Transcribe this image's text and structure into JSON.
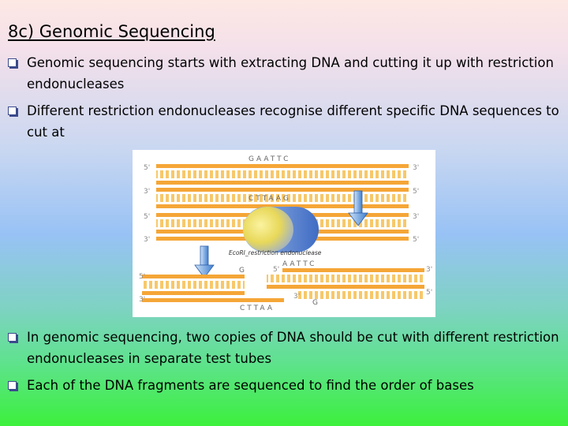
{
  "slide": {
    "title": "8c) Genomic Sequencing",
    "bullets": [
      "Genomic sequencing starts with extracting DNA and cutting it up with restriction endonucleases",
      "Different restriction endonucleases recognise different specific DNA sequences to cut at",
      "In genomic sequencing, two copies of DNA should be cut with different restriction endonucleases in separate test tubes",
      "Each of the DNA fragments are sequenced to find the order of bases"
    ]
  },
  "figure": {
    "strand_labels": {
      "five_prime": "5'",
      "three_prime": "3'"
    },
    "top_sequence": "GAATTC",
    "bottom_sequence": "CTTAAG",
    "enzyme_label": "EcoRI_restriction endonuclease",
    "cut_right_top": "AATTC",
    "cut_left_top": "G",
    "cut_left_bottom": "CTTAA",
    "cut_right_bottom": "G",
    "colors": {
      "strand": "#f5a637",
      "rung": "#f7c86a",
      "arrow": "#4f8fd6",
      "enzyme": "#f2e46a"
    }
  }
}
